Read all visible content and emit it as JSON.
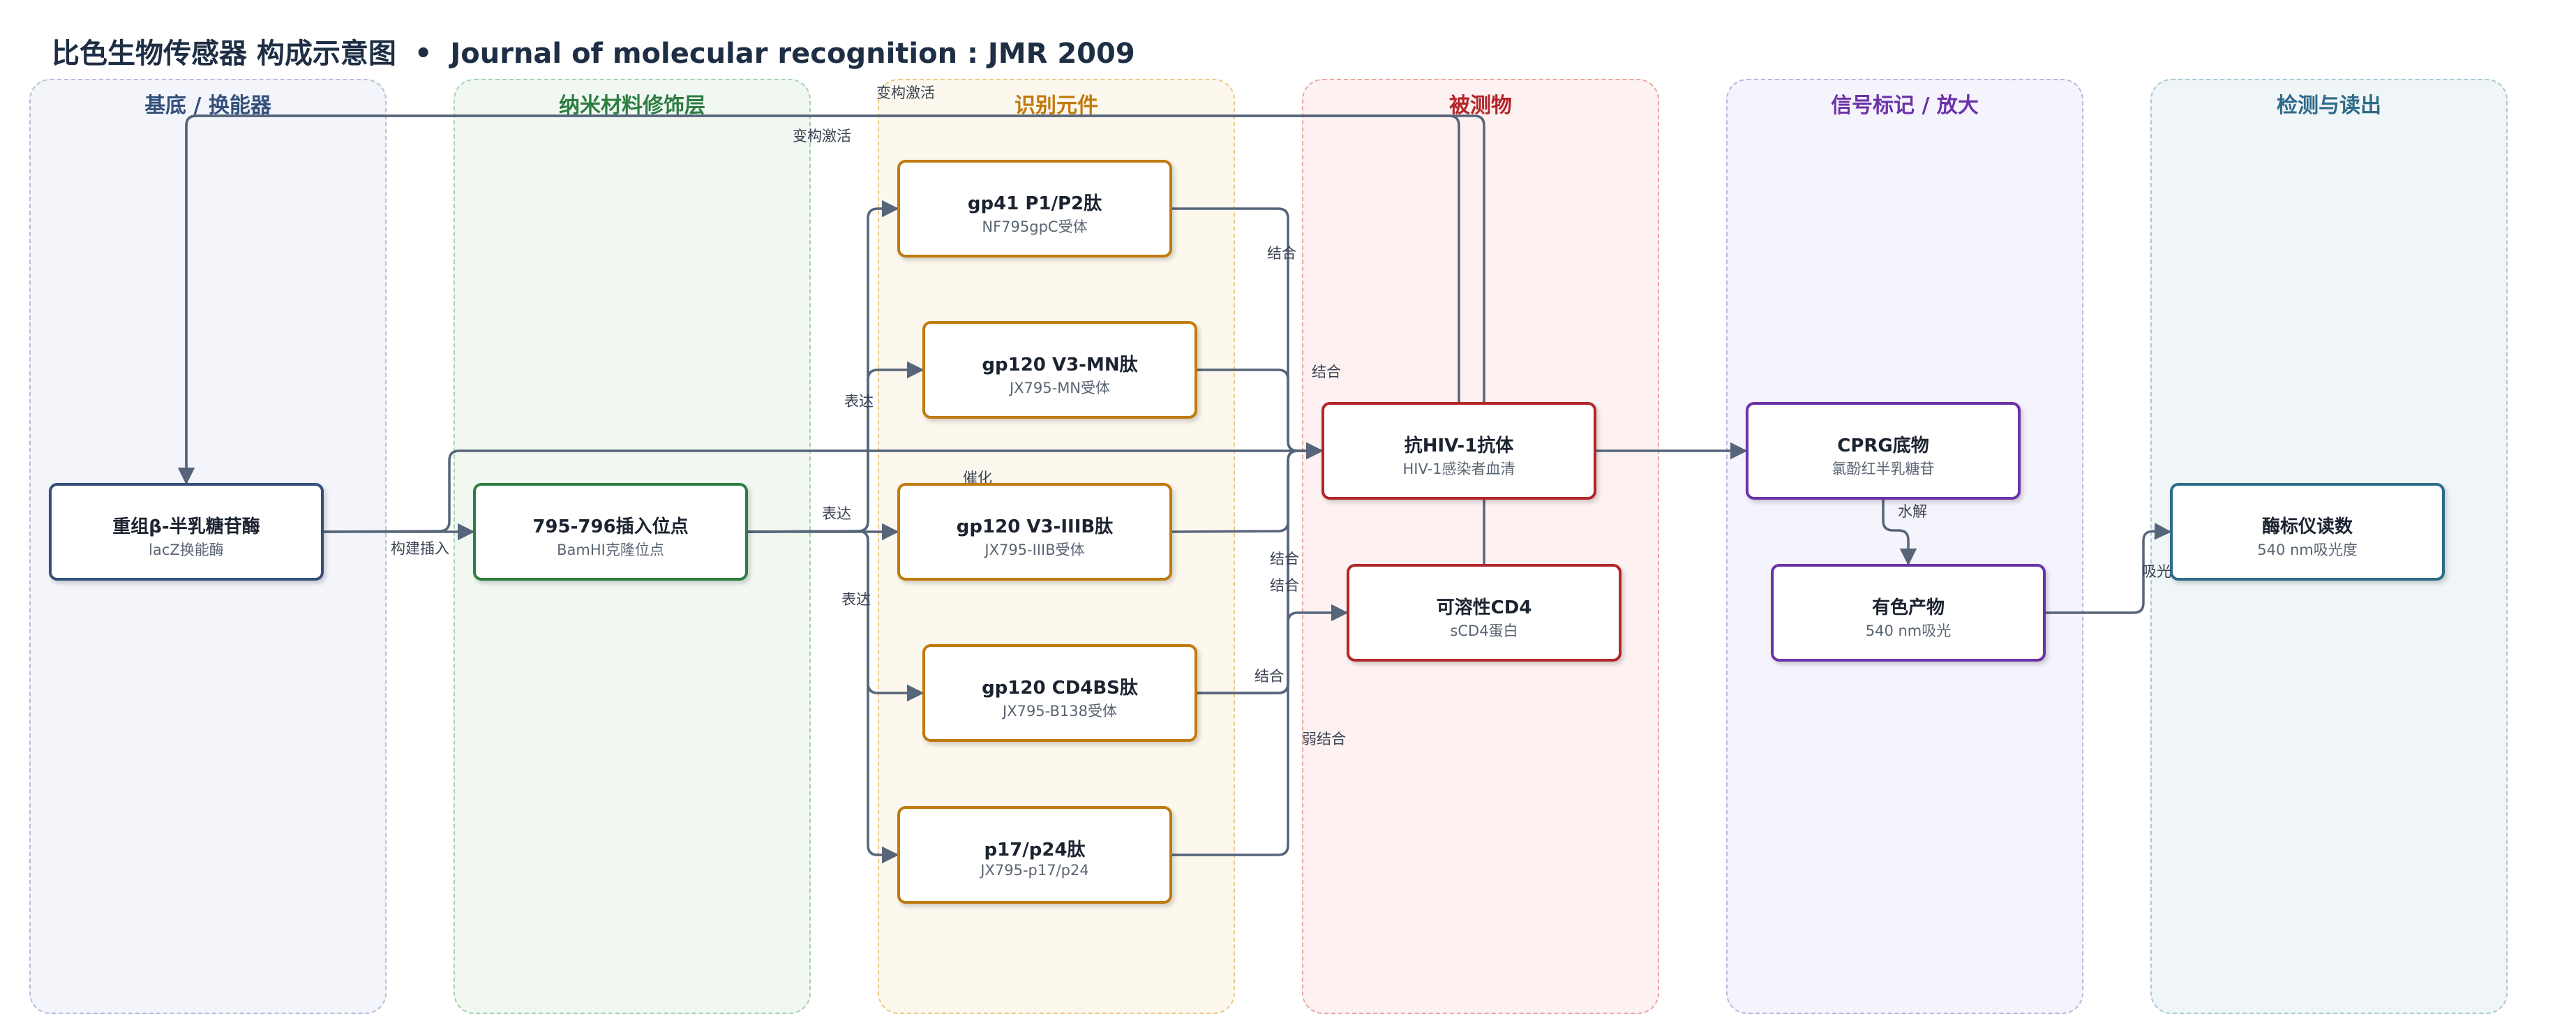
{
  "title": {
    "main": "比色生物传感器 构成示意图",
    "separator": "•",
    "source": "Journal of molecular recognition : JMR 2009"
  },
  "lanes": [
    {
      "id": "substrate",
      "label": "基底 / 换能器",
      "color": "#34507a",
      "fill": "#f3f5fb",
      "border": "#b6bfd9"
    },
    {
      "id": "nano",
      "label": "纳米材料修饰层",
      "color": "#2e7d42",
      "fill": "#f1f8f2",
      "border": "#a6d2ae"
    },
    {
      "id": "recog",
      "label": "识别元件",
      "color": "#c07a0e",
      "fill": "#fdf8ee",
      "border": "#ecc98a"
    },
    {
      "id": "analyte",
      "label": "被测物",
      "color": "#b3262a",
      "fill": "#fdf2f1",
      "border": "#eaa6a2"
    },
    {
      "id": "signal",
      "label": "信号标记 / 放大",
      "color": "#6b33a8",
      "fill": "#f5f3fb",
      "border": "#c1b4de"
    },
    {
      "id": "readout",
      "label": "检测与读出",
      "color": "#2f6a88",
      "fill": "#f0f6f8",
      "border": "#a9c9d6"
    }
  ],
  "nodes": [
    {
      "id": "lacz",
      "title": "重组β-半乳糖苷酶",
      "subtitle": "lacZ换能酶",
      "color": "#34507a"
    },
    {
      "id": "site",
      "title": "795-796插入位点",
      "subtitle": "BamHI克隆位点",
      "color": "#2e7d42"
    },
    {
      "id": "gp41",
      "title": "gp41 P1/P2肽",
      "subtitle": "NF795gpC受体",
      "color": "#c07a0e"
    },
    {
      "id": "v3mn",
      "title": "gp120 V3-MN肽",
      "subtitle": "JX795-MN受体",
      "color": "#c07a0e"
    },
    {
      "id": "v3iiib",
      "title": "gp120 V3-IIIB肽",
      "subtitle": "JX795-IIIB受体",
      "color": "#c07a0e"
    },
    {
      "id": "cd4bs",
      "title": "gp120 CD4BS肽",
      "subtitle": "JX795-B138受体",
      "color": "#c07a0e"
    },
    {
      "id": "p17",
      "title": "p17/p24肽",
      "subtitle": "JX795-p17/p24",
      "color": "#c07a0e"
    },
    {
      "id": "antibody",
      "title": "抗HIV-1抗体",
      "subtitle": "HIV-1感染者血清",
      "color": "#b3262a"
    },
    {
      "id": "scd4",
      "title": "可溶性CD4",
      "subtitle": "sCD4蛋白",
      "color": "#b3262a"
    },
    {
      "id": "cprg",
      "title": "CPRG底物",
      "subtitle": "氯酚红半乳糖苷",
      "color": "#6b33a8"
    },
    {
      "id": "product",
      "title": "有色产物",
      "subtitle": "540 nm吸光",
      "color": "#6b33a8"
    },
    {
      "id": "reader",
      "title": "酶标仪读数",
      "subtitle": "540 nm吸光度",
      "color": "#2f6a88"
    }
  ],
  "edges": [
    {
      "from": "lacz",
      "to": "site",
      "label": "构建插入"
    },
    {
      "from": "site",
      "to": "gp41",
      "label": "表达"
    },
    {
      "from": "site",
      "to": "v3mn",
      "label": "表达"
    },
    {
      "from": "site",
      "to": "v3iiib",
      "label": "表达"
    },
    {
      "from": "site",
      "to": "cd4bs",
      "label": "表达"
    },
    {
      "from": "site",
      "to": "p17",
      "label": "表达"
    },
    {
      "from": "gp41",
      "to": "antibody",
      "label": "结合"
    },
    {
      "from": "v3mn",
      "to": "antibody",
      "label": "结合"
    },
    {
      "from": "v3iiib",
      "to": "antibody",
      "label": "结合"
    },
    {
      "from": "cd4bs",
      "to": "scd4",
      "label": "结合"
    },
    {
      "from": "cd4bs",
      "to": "antibody",
      "label": "结合"
    },
    {
      "from": "p17",
      "to": "antibody",
      "label": "弱结合"
    },
    {
      "from": "antibody",
      "to": "lacz",
      "label": "变构激活"
    },
    {
      "from": "scd4",
      "to": "lacz",
      "label": "变构激活"
    },
    {
      "from": "lacz",
      "to": "cprg",
      "label": "催化"
    },
    {
      "from": "cprg",
      "to": "product",
      "label": "水解"
    },
    {
      "from": "product",
      "to": "reader",
      "label": "吸光检测"
    }
  ],
  "colors": {
    "edge": "#56657a",
    "text": "#1e2e44"
  }
}
